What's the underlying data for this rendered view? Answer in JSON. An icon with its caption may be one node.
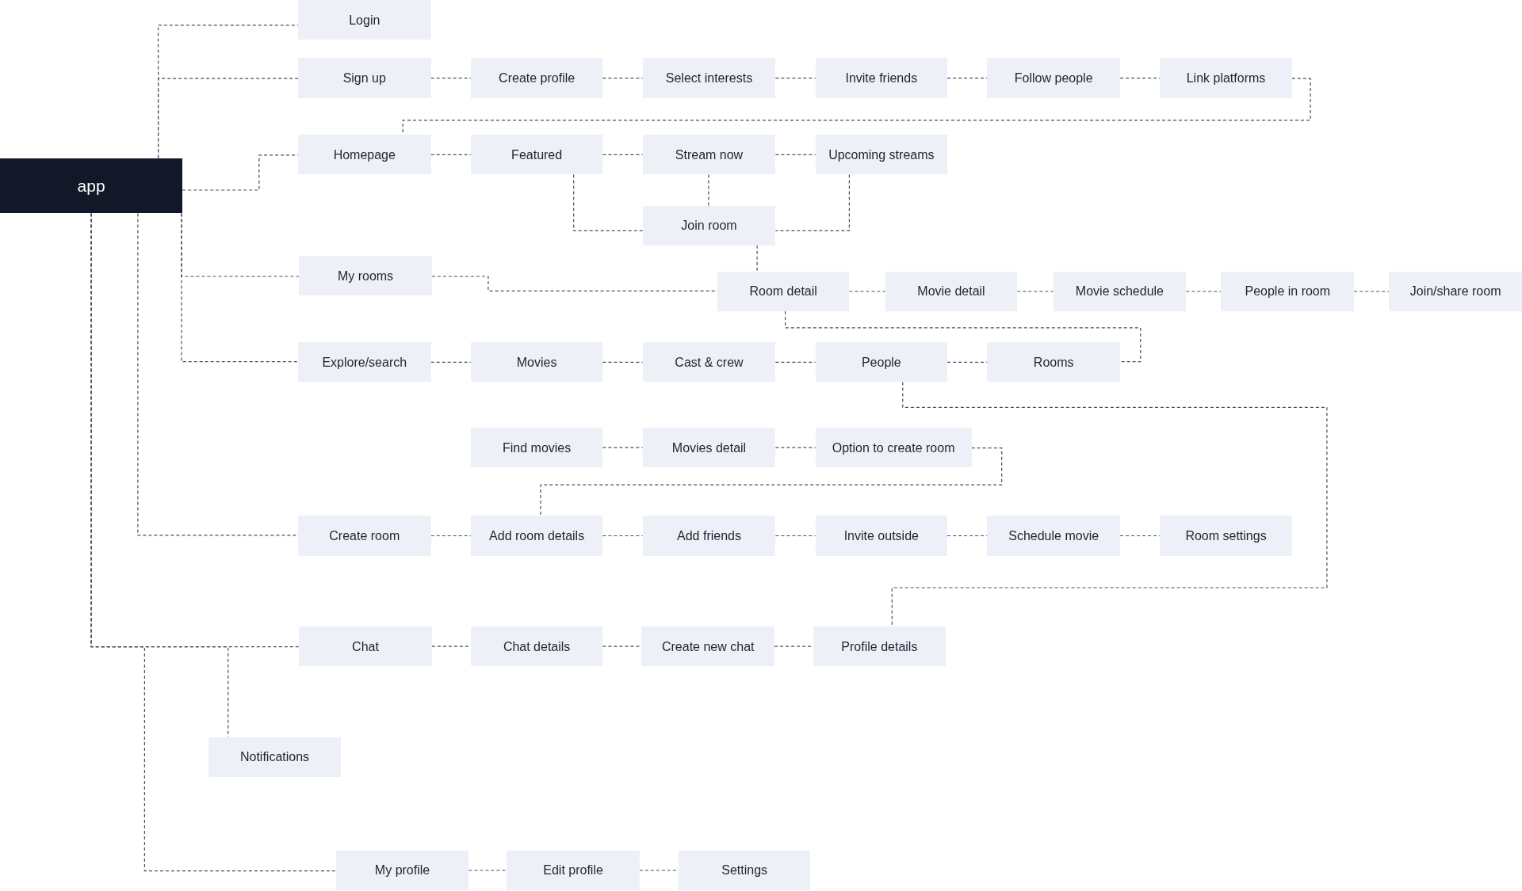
{
  "diagram": {
    "nodes": [
      {
        "text": [
          "app"
        ]
      },
      {
        "text": [
          "Login"
        ]
      },
      {
        "text": [
          "Sign up"
        ]
      },
      {
        "text": [
          "Create profile"
        ]
      },
      {
        "text": [
          "Select interests"
        ]
      },
      {
        "text": [
          "Invite friends"
        ]
      },
      {
        "text": [
          "Follow people"
        ]
      },
      {
        "text": [
          "Link platforms"
        ]
      },
      {
        "text": [
          "Homepage"
        ]
      },
      {
        "text": [
          "Featured"
        ]
      },
      {
        "text": [
          "Stream now"
        ]
      },
      {
        "text": [
          "Upcoming streams"
        ]
      },
      {
        "text": [
          "Join room"
        ]
      },
      {
        "text": [
          "My rooms"
        ]
      },
      {
        "text": [
          "Room detail"
        ]
      },
      {
        "text": [
          "Movie detail"
        ]
      },
      {
        "text": [
          "Movie schedule"
        ]
      },
      {
        "text": [
          "People in room"
        ]
      },
      {
        "text": [
          "Join/share room"
        ]
      },
      {
        "text": [
          "Explore/search"
        ]
      },
      {
        "text": [
          "Movies"
        ]
      },
      {
        "text": [
          "Cast & crew"
        ]
      },
      {
        "text": [
          "People"
        ]
      },
      {
        "text": [
          "Rooms"
        ]
      },
      {
        "text": [
          "Find movies"
        ]
      },
      {
        "text": [
          "Movies detail"
        ]
      },
      {
        "text": [
          "Option to create room"
        ]
      },
      {
        "text": [
          "Create room"
        ]
      },
      {
        "text": [
          "Add room details"
        ]
      },
      {
        "text": [
          "Add friends"
        ]
      },
      {
        "text": [
          "Invite outside"
        ]
      },
      {
        "text": [
          "Schedule movie"
        ]
      },
      {
        "text": [
          "Room settings"
        ]
      },
      {
        "text": [
          "Chat"
        ]
      },
      {
        "text": [
          "Chat details"
        ]
      },
      {
        "text": [
          "Create new chat"
        ]
      },
      {
        "text": [
          "Profile details"
        ]
      },
      {
        "text": [
          "Notifications"
        ]
      },
      {
        "text": [
          "My profile"
        ]
      },
      {
        "text": [
          "Edit profile"
        ]
      },
      {
        "text": [
          "Settings"
        ]
      }
    ],
    "edges": [
      {
        "from": 0,
        "to": 1,
        "arrow": "none"
      },
      {
        "from": 0,
        "to": 2,
        "arrow": "none"
      },
      {
        "from": 2,
        "to": 3,
        "arrow": "none"
      },
      {
        "from": 3,
        "to": 4,
        "arrow": "none"
      },
      {
        "from": 4,
        "to": 5,
        "arrow": "none"
      },
      {
        "from": 5,
        "to": 6,
        "arrow": "none"
      },
      {
        "from": 6,
        "to": 7,
        "arrow": "none"
      },
      {
        "from": 7,
        "to": 8,
        "arrow": "none"
      },
      {
        "from": 0,
        "to": 8,
        "arrow": "none"
      },
      {
        "from": 8,
        "to": 9,
        "arrow": "none"
      },
      {
        "from": 9,
        "to": 10,
        "arrow": "none"
      },
      {
        "from": 10,
        "to": 11,
        "arrow": "none"
      },
      {
        "from": 10,
        "to": 12,
        "arrow": "none"
      },
      {
        "from": 9,
        "to": 12,
        "arrow": "none"
      },
      {
        "from": 11,
        "to": 12,
        "arrow": "none"
      },
      {
        "from": 12,
        "to": 14,
        "arrow": "none"
      },
      {
        "from": 0,
        "to": 13,
        "arrow": "none"
      },
      {
        "from": 13,
        "to": 14,
        "arrow": "none"
      },
      {
        "from": 14,
        "to": 15,
        "arrow": "none"
      },
      {
        "from": 15,
        "to": 16,
        "arrow": "none"
      },
      {
        "from": 16,
        "to": 17,
        "arrow": "none"
      },
      {
        "from": 17,
        "to": 18,
        "arrow": "none"
      },
      {
        "from": 0,
        "to": 19,
        "arrow": "none"
      },
      {
        "from": 19,
        "to": 20,
        "arrow": "none"
      },
      {
        "from": 20,
        "to": 21,
        "arrow": "none"
      },
      {
        "from": 21,
        "to": 22,
        "arrow": "none"
      },
      {
        "from": 22,
        "to": 23,
        "arrow": "none"
      },
      {
        "from": 14,
        "to": 23,
        "arrow": "none"
      },
      {
        "from": 22,
        "to": 36,
        "arrow": "none"
      },
      {
        "from": 24,
        "to": 25,
        "arrow": "none"
      },
      {
        "from": 25,
        "to": 26,
        "arrow": "none"
      },
      {
        "from": 26,
        "to": 28,
        "arrow": "none"
      },
      {
        "from": 0,
        "to": 27,
        "arrow": "none"
      },
      {
        "from": 27,
        "to": 28,
        "arrow": "none"
      },
      {
        "from": 28,
        "to": 29,
        "arrow": "none"
      },
      {
        "from": 29,
        "to": 30,
        "arrow": "none"
      },
      {
        "from": 30,
        "to": 31,
        "arrow": "none"
      },
      {
        "from": 31,
        "to": 32,
        "arrow": "none"
      },
      {
        "from": 0,
        "to": 33,
        "arrow": "none"
      },
      {
        "from": 33,
        "to": 34,
        "arrow": "none"
      },
      {
        "from": 34,
        "to": 35,
        "arrow": "none"
      },
      {
        "from": 35,
        "to": 36,
        "arrow": "none"
      },
      {
        "from": 0,
        "to": 37,
        "arrow": "none"
      },
      {
        "from": 0,
        "to": 38,
        "arrow": "none"
      },
      {
        "from": 38,
        "to": 39,
        "arrow": "none"
      },
      {
        "from": 39,
        "to": 40,
        "arrow": "none"
      }
    ]
  }
}
